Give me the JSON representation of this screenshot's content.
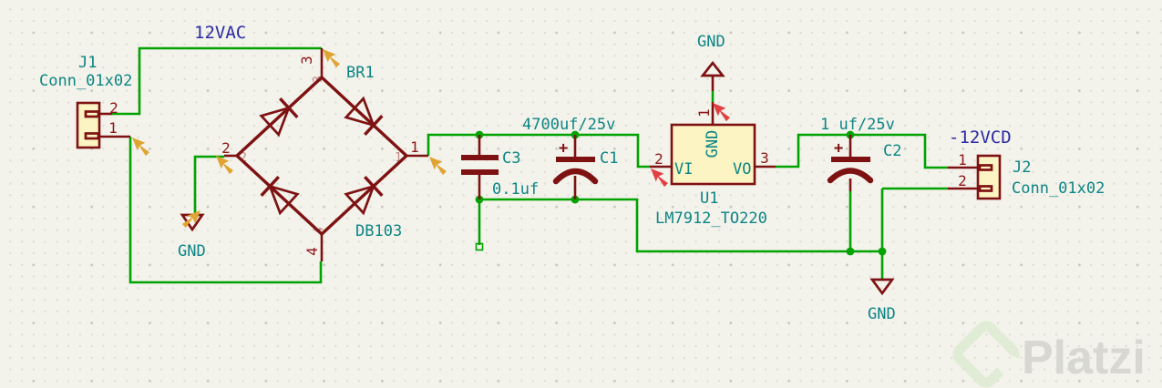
{
  "colors": {
    "bg": "#f3f2eb",
    "wire": "#00a300",
    "sym": "#7e1212",
    "fill": "#fcf4c3",
    "teal": "#0c8585",
    "pnum": "#8c1818",
    "net": "#2b2ba2",
    "warn": "#e0a432",
    "err": "#e24040",
    "wm-text": "#d6d6d1",
    "wm-logo": "#dfecd3"
  },
  "net_labels": {
    "ac_input": "12VAC",
    "dc_output": "-12VCD"
  },
  "components": {
    "j1": {
      "ref": "J1",
      "value": "Conn_01x02",
      "pin_numbers": {
        "p1": "1",
        "p2": "2"
      }
    },
    "br1": {
      "ref": "BR1",
      "value": "DB103",
      "pin_numbers": {
        "p1": "1",
        "p2": "2",
        "p3": "3",
        "p4": "4"
      }
    },
    "c3": {
      "ref": "C3",
      "value": "0.1uf"
    },
    "c1": {
      "ref": "C1",
      "value": "4700uf/25v",
      "polarity": "+"
    },
    "u1": {
      "ref": "U1",
      "value": "LM7912_TO220",
      "pin_names": {
        "input": "VI",
        "output": "VO",
        "ground": "GND"
      },
      "pin_numbers": {
        "input": "2",
        "output": "3",
        "ground": "1"
      }
    },
    "c2": {
      "ref": "C2",
      "value": "1 uf/25v",
      "polarity": "+"
    },
    "j2": {
      "ref": "J2",
      "value": "Conn_01x02",
      "pin_numbers": {
        "p1": "1",
        "p2": "2"
      }
    }
  },
  "power_symbols": {
    "gnd_left": "GND",
    "gnd_regulator": "GND",
    "gnd_right": "GND"
  },
  "watermark": {
    "text": "Platzi"
  }
}
